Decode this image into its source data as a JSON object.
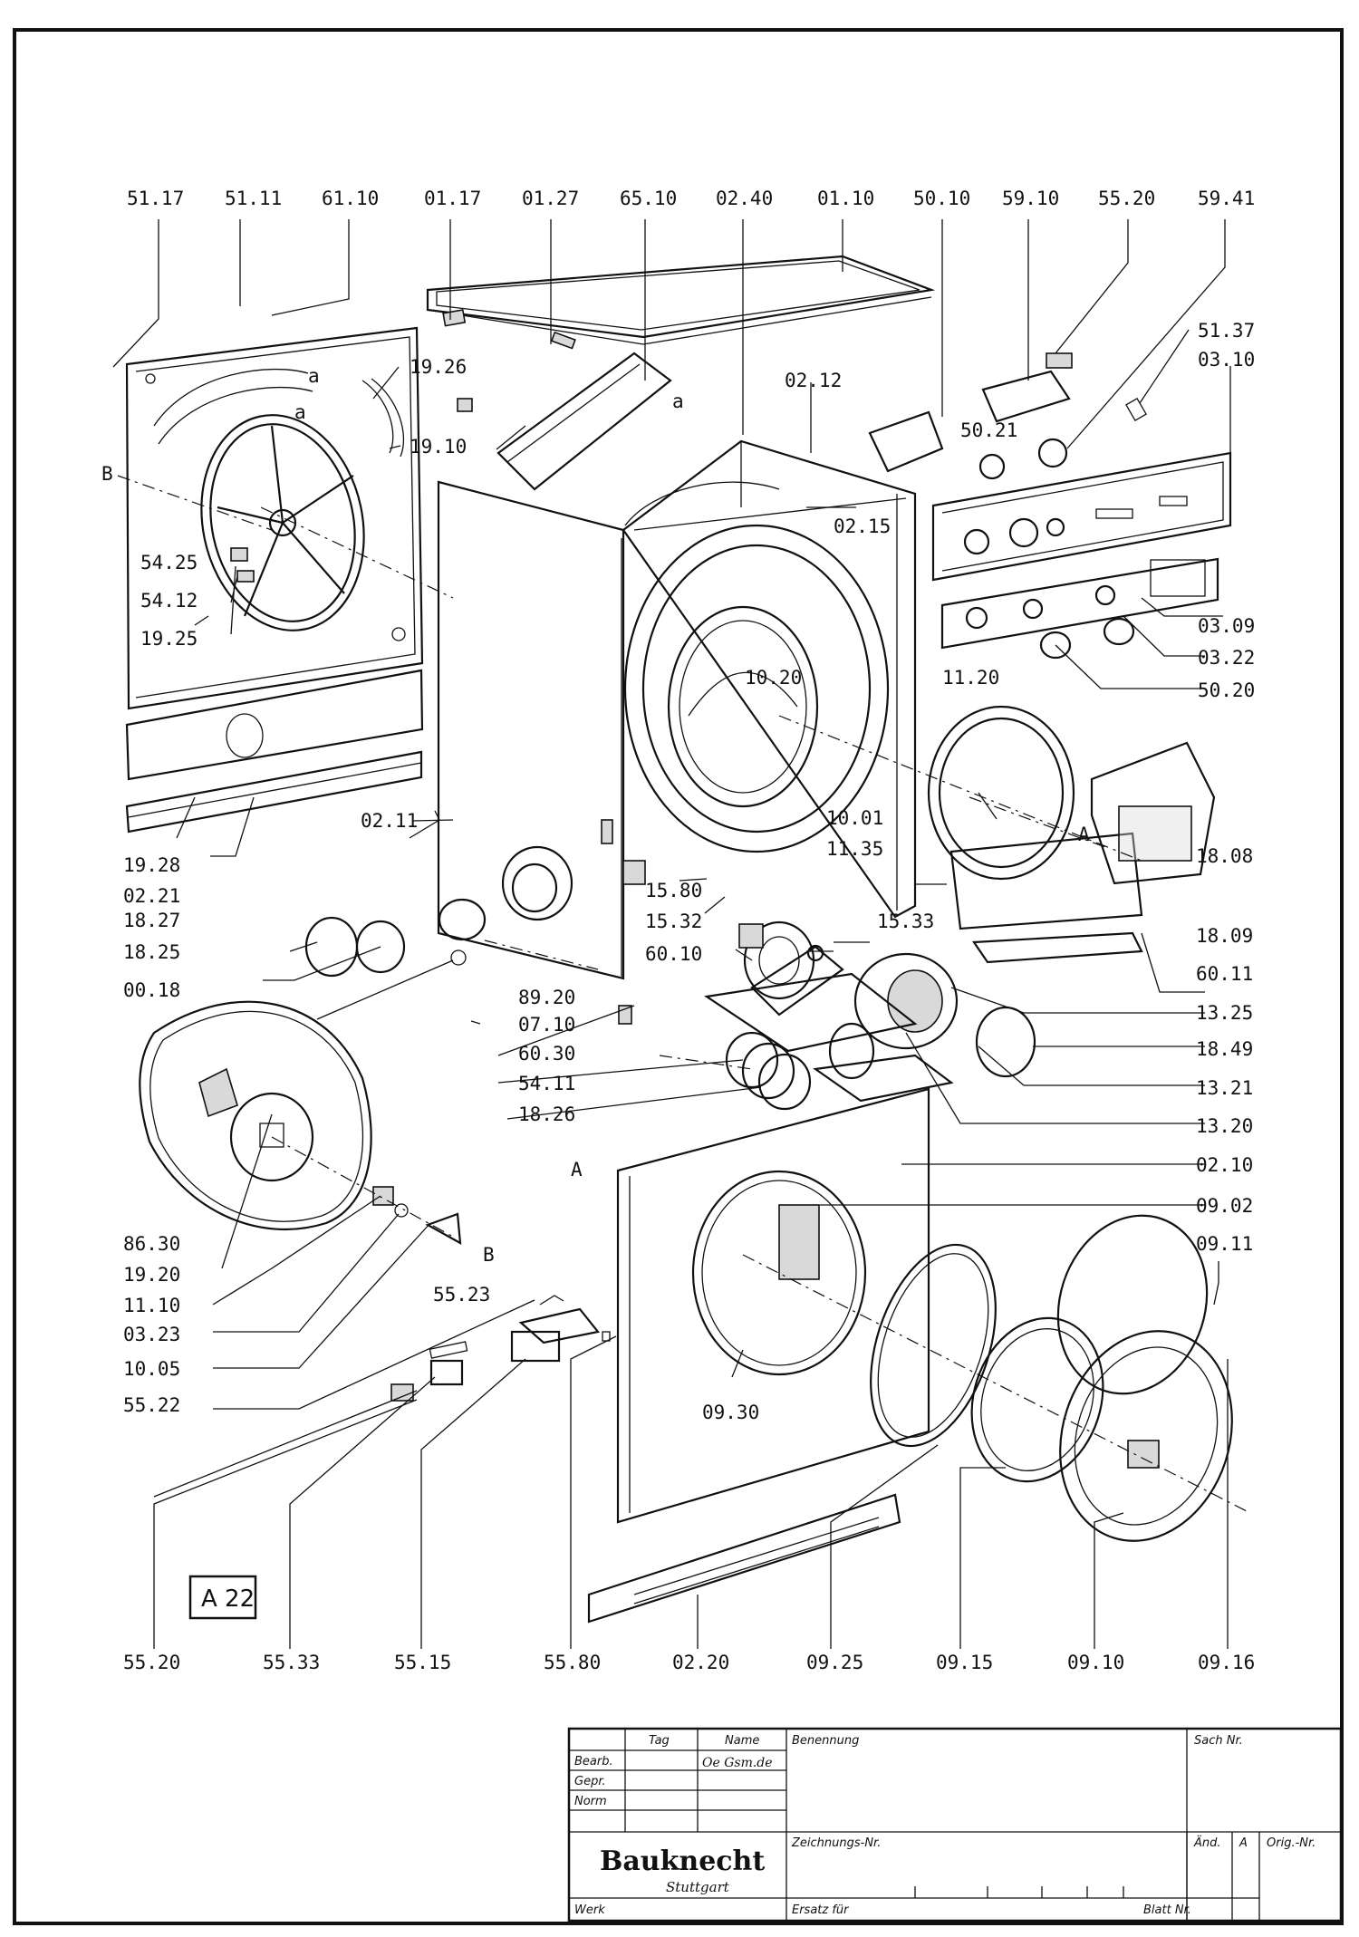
{
  "sheet_id": "A 22",
  "callouts": [
    {
      "id": "c-51-17",
      "text": "51.17"
    },
    {
      "id": "c-51-11",
      "text": "51.11"
    },
    {
      "id": "c-61-10",
      "text": "61.10"
    },
    {
      "id": "c-01-17",
      "text": "01.17"
    },
    {
      "id": "c-01-27",
      "text": "01.27"
    },
    {
      "id": "c-65-10",
      "text": "65.10"
    },
    {
      "id": "c-02-40",
      "text": "02.40"
    },
    {
      "id": "c-01-10",
      "text": "01.10"
    },
    {
      "id": "c-50-10",
      "text": "50.10"
    },
    {
      "id": "c-59-10",
      "text": "59.10"
    },
    {
      "id": "c-55-20-top",
      "text": "55.20"
    },
    {
      "id": "c-59-41",
      "text": "59.41"
    },
    {
      "id": "c-51-37",
      "text": "51.37"
    },
    {
      "id": "c-03-10",
      "text": "03.10"
    },
    {
      "id": "c-02-12",
      "text": "02.12"
    },
    {
      "id": "c-50-21",
      "text": "50.21"
    },
    {
      "id": "c-19-26",
      "text": "19.26"
    },
    {
      "id": "c-19-10",
      "text": "19.10"
    },
    {
      "id": "c-02-15",
      "text": "02.15"
    },
    {
      "id": "c-54-25",
      "text": "54.25"
    },
    {
      "id": "c-54-12",
      "text": "54.12"
    },
    {
      "id": "c-19-25",
      "text": "19.25"
    },
    {
      "id": "c-03-09",
      "text": "03.09"
    },
    {
      "id": "c-03-22",
      "text": "03.22"
    },
    {
      "id": "c-50-20",
      "text": "50.20"
    },
    {
      "id": "c-10-20",
      "text": "10.20"
    },
    {
      "id": "c-11-20",
      "text": "11.20"
    },
    {
      "id": "c-10-01",
      "text": "10.01"
    },
    {
      "id": "c-11-35",
      "text": "11.35"
    },
    {
      "id": "c-18-08",
      "text": "18.08"
    },
    {
      "id": "c-02-11",
      "text": "02.11"
    },
    {
      "id": "c-19-28",
      "text": "19.28"
    },
    {
      "id": "c-02-21",
      "text": "02.21"
    },
    {
      "id": "c-15-80",
      "text": "15.80"
    },
    {
      "id": "c-15-32",
      "text": "15.32"
    },
    {
      "id": "c-15-33",
      "text": "15.33"
    },
    {
      "id": "c-18-09",
      "text": "18.09"
    },
    {
      "id": "c-18-27",
      "text": "18.27"
    },
    {
      "id": "c-18-25",
      "text": "18.25"
    },
    {
      "id": "c-60-10",
      "text": "60.10"
    },
    {
      "id": "c-60-11",
      "text": "60.11"
    },
    {
      "id": "c-00-18",
      "text": "00.18"
    },
    {
      "id": "c-89-20",
      "text": "89.20"
    },
    {
      "id": "c-13-25",
      "text": "13.25"
    },
    {
      "id": "c-07-10",
      "text": "07.10"
    },
    {
      "id": "c-60-30",
      "text": "60.30"
    },
    {
      "id": "c-18-49",
      "text": "18.49"
    },
    {
      "id": "c-54-11",
      "text": "54.11"
    },
    {
      "id": "c-13-21",
      "text": "13.21"
    },
    {
      "id": "c-18-26",
      "text": "18.26"
    },
    {
      "id": "c-13-20",
      "text": "13.20"
    },
    {
      "id": "c-02-10",
      "text": "02.10"
    },
    {
      "id": "c-86-30",
      "text": "86.30"
    },
    {
      "id": "c-09-02",
      "text": "09.02"
    },
    {
      "id": "c-09-11",
      "text": "09.11"
    },
    {
      "id": "c-19-20",
      "text": "19.20"
    },
    {
      "id": "c-11-10",
      "text": "11.10"
    },
    {
      "id": "c-03-23",
      "text": "03.23"
    },
    {
      "id": "c-55-23",
      "text": "55.23"
    },
    {
      "id": "c-10-05",
      "text": "10.05"
    },
    {
      "id": "c-55-22",
      "text": "55.22"
    },
    {
      "id": "c-09-30",
      "text": "09.30"
    },
    {
      "id": "c-55-20-bot",
      "text": "55.20"
    },
    {
      "id": "c-55-33",
      "text": "55.33"
    },
    {
      "id": "c-55-15",
      "text": "55.15"
    },
    {
      "id": "c-55-80",
      "text": "55.80"
    },
    {
      "id": "c-02-20",
      "text": "02.20"
    },
    {
      "id": "c-09-25",
      "text": "09.25"
    },
    {
      "id": "c-09-15",
      "text": "09.15"
    },
    {
      "id": "c-09-10",
      "text": "09.10"
    },
    {
      "id": "c-09-16",
      "text": "09.16"
    }
  ],
  "markers": [
    {
      "id": "m-a1",
      "text": "a"
    },
    {
      "id": "m-a2",
      "text": "a"
    },
    {
      "id": "m-a3",
      "text": "a"
    },
    {
      "id": "m-b1",
      "text": "B"
    },
    {
      "id": "m-b2",
      "text": "B"
    },
    {
      "id": "m-A1",
      "text": "A"
    },
    {
      "id": "m-A2",
      "text": "A"
    }
  ],
  "title_block": {
    "col_tag": "Tag",
    "col_name": "Name",
    "row_bearb": "Bearb.",
    "row_gepr": "Gepr.",
    "row_norm": "Norm",
    "bearb_name": "Oe Gsm.de",
    "benennung": "Benennung",
    "sach_nr": "Sach Nr.",
    "zeichnungs_nr": "Zeichnungs-Nr.",
    "aend": "Änd.",
    "aend_value": "A",
    "orig_nr": "Orig.-Nr.",
    "brand": "Bauknecht",
    "brand_city": "Stuttgart",
    "werk": "Werk",
    "ersatz_fuer": "Ersatz für",
    "blatt_nr": "Blatt Nr."
  }
}
